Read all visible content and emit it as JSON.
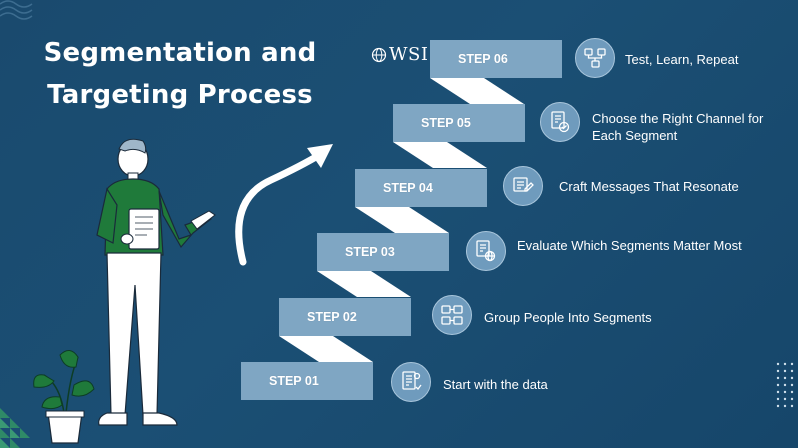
{
  "title": {
    "line1": "Segmentation and",
    "line2": "Targeting Process"
  },
  "logo": {
    "text": "WSI",
    "icon": "globe-icon"
  },
  "steps": [
    {
      "label": "STEP 01",
      "description": "Start with the data",
      "icon": "data-document-icon"
    },
    {
      "label": "STEP 02",
      "description": "Group People Into Segments",
      "icon": "group-segments-icon"
    },
    {
      "label": "STEP 03",
      "description": "Evaluate Which Segments Matter Most",
      "icon": "evaluate-globe-icon"
    },
    {
      "label": "STEP 04",
      "description": "Craft Messages That Resonate",
      "icon": "craft-message-icon"
    },
    {
      "label": "STEP 05",
      "description": "Choose the Right Channel for Each Segment",
      "icon": "choose-channel-icon"
    },
    {
      "label": "STEP 06",
      "description": "Test, Learn, Repeat",
      "icon": "test-learn-icon"
    }
  ],
  "colors": {
    "background": "#1b4f74",
    "step_bar": "#7fa6c3",
    "step_fold": "#ffffff",
    "icon_circle": "#6f9bbd",
    "shirt": "#1f7a3a"
  }
}
